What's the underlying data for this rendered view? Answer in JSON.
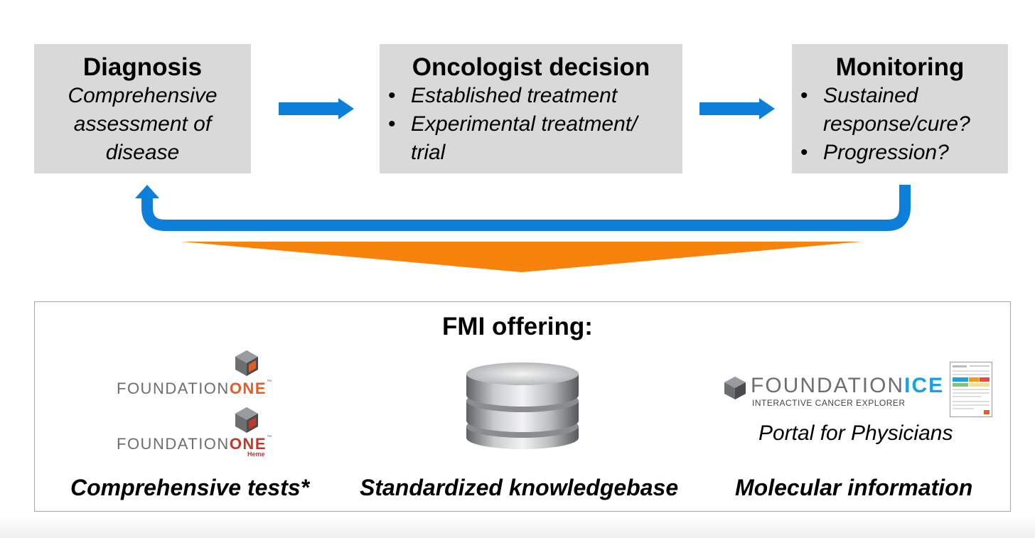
{
  "diagnosis": {
    "title": "Diagnosis",
    "lines": [
      "Comprehensive",
      "assessment of",
      "disease"
    ]
  },
  "oncologist": {
    "title": "Oncologist decision",
    "bullets": [
      "Established treatment",
      "Experimental treatment/ trial"
    ]
  },
  "monitoring": {
    "title": "Monitoring",
    "bullets": [
      "Sustained response/cure?",
      "Progression?"
    ]
  },
  "colors": {
    "box_fill": "#d9d9d9",
    "arrow_blue": "#0d7fd9",
    "funnel_orange": "#f7820c",
    "foundation_orange": "#e35d26",
    "ice_blue": "#1aa1de"
  },
  "offering": {
    "title": "FMI offering:",
    "logos": {
      "f1_word": "FOUNDATION",
      "f1_accent": "ONE",
      "tm": "™",
      "heme": "Heme",
      "ice_word": "FOUNDATION",
      "ice_accent": "ICE",
      "ice_sub": "INTERACTIVE CANCER EXPLORER"
    },
    "portal": "Portal for Physicians",
    "captions": [
      "Comprehensive tests*",
      "Standardized knowledgebase",
      "Molecular information"
    ]
  }
}
